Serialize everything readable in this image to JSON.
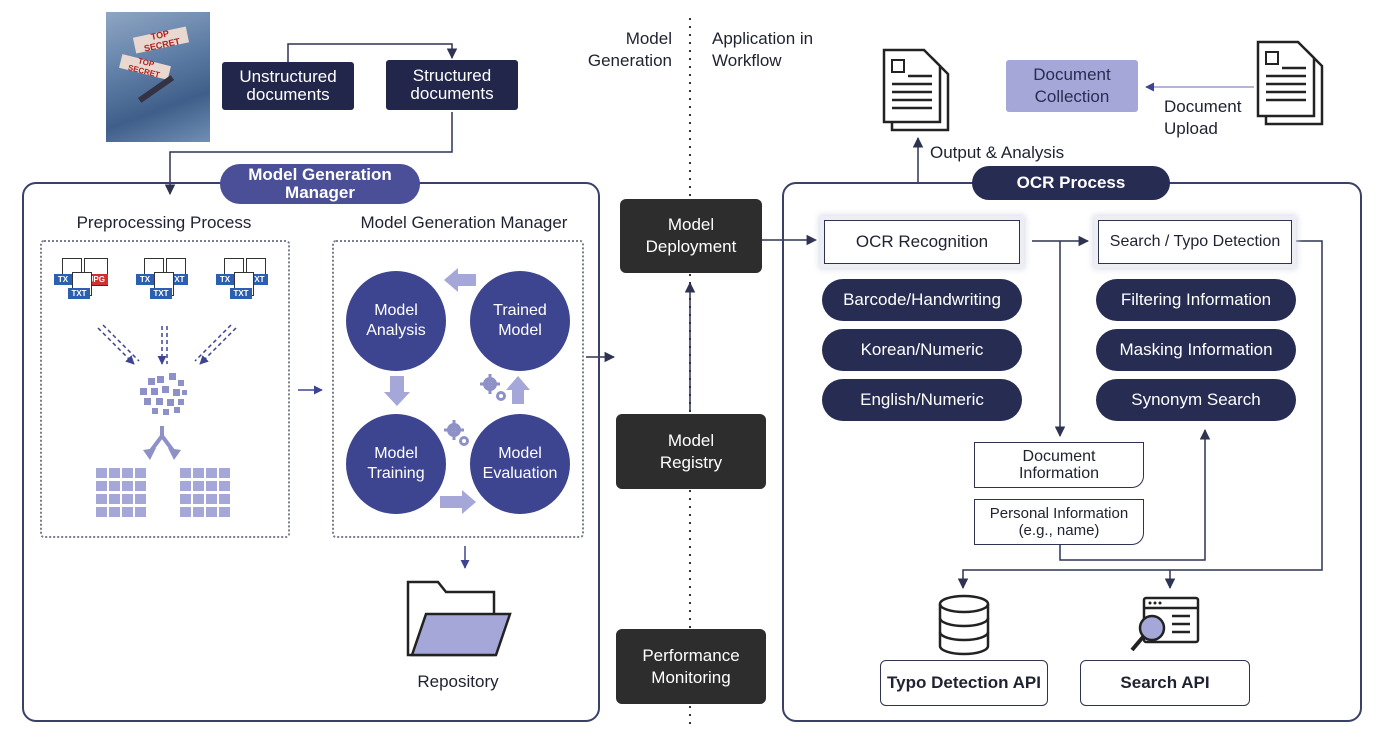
{
  "header": {
    "model_generation": "Model\nGeneration",
    "application_in_workflow": "Application in\nWorkflow"
  },
  "left": {
    "unstructured": "Unstructured\ndocuments",
    "structured": "Structured\ndocuments",
    "photo_caption": "TOP SECRET",
    "panel_title": "Model Generation\nManager",
    "preprocessing_title": "Preprocessing Process",
    "mgm_title": "Model Generation Manager",
    "file_labels": {
      "tx": "TX",
      "txt": "TXT",
      "jpg": "JPG"
    },
    "cycle": {
      "analysis": "Model\nAnalysis",
      "trained": "Trained\nModel",
      "training": "Model\nTraining",
      "evaluation": "Model\nEvaluation"
    },
    "repository": "Repository"
  },
  "middle": {
    "deployment": "Model\nDeployment",
    "registry": "Model\nRegistry",
    "monitoring": "Performance\nMonitoring"
  },
  "right": {
    "output_analysis": "Output & Analysis",
    "document_collection": "Document\nCollection",
    "document_upload": "Document\nUpload",
    "ocr_process": "OCR Process",
    "ocr_recognition": "OCR Recognition",
    "search_typo": "Search / Typo Detection",
    "left_pills": [
      "Barcode/Handwriting",
      "Korean/Numeric",
      "English/Numeric"
    ],
    "right_pills": [
      "Filtering Information",
      "Masking Information",
      "Synonym Search"
    ],
    "document_information": "Document\nInformation",
    "personal_information": "Personal Information\n(e.g., name)",
    "typo_api": "Typo Detection API",
    "search_api": "Search API"
  },
  "colors": {
    "navy": "#22264a",
    "accent_blue": "#3d4590",
    "light_purple": "#a4a7d8",
    "dark_gray": "#2d2d2d"
  }
}
